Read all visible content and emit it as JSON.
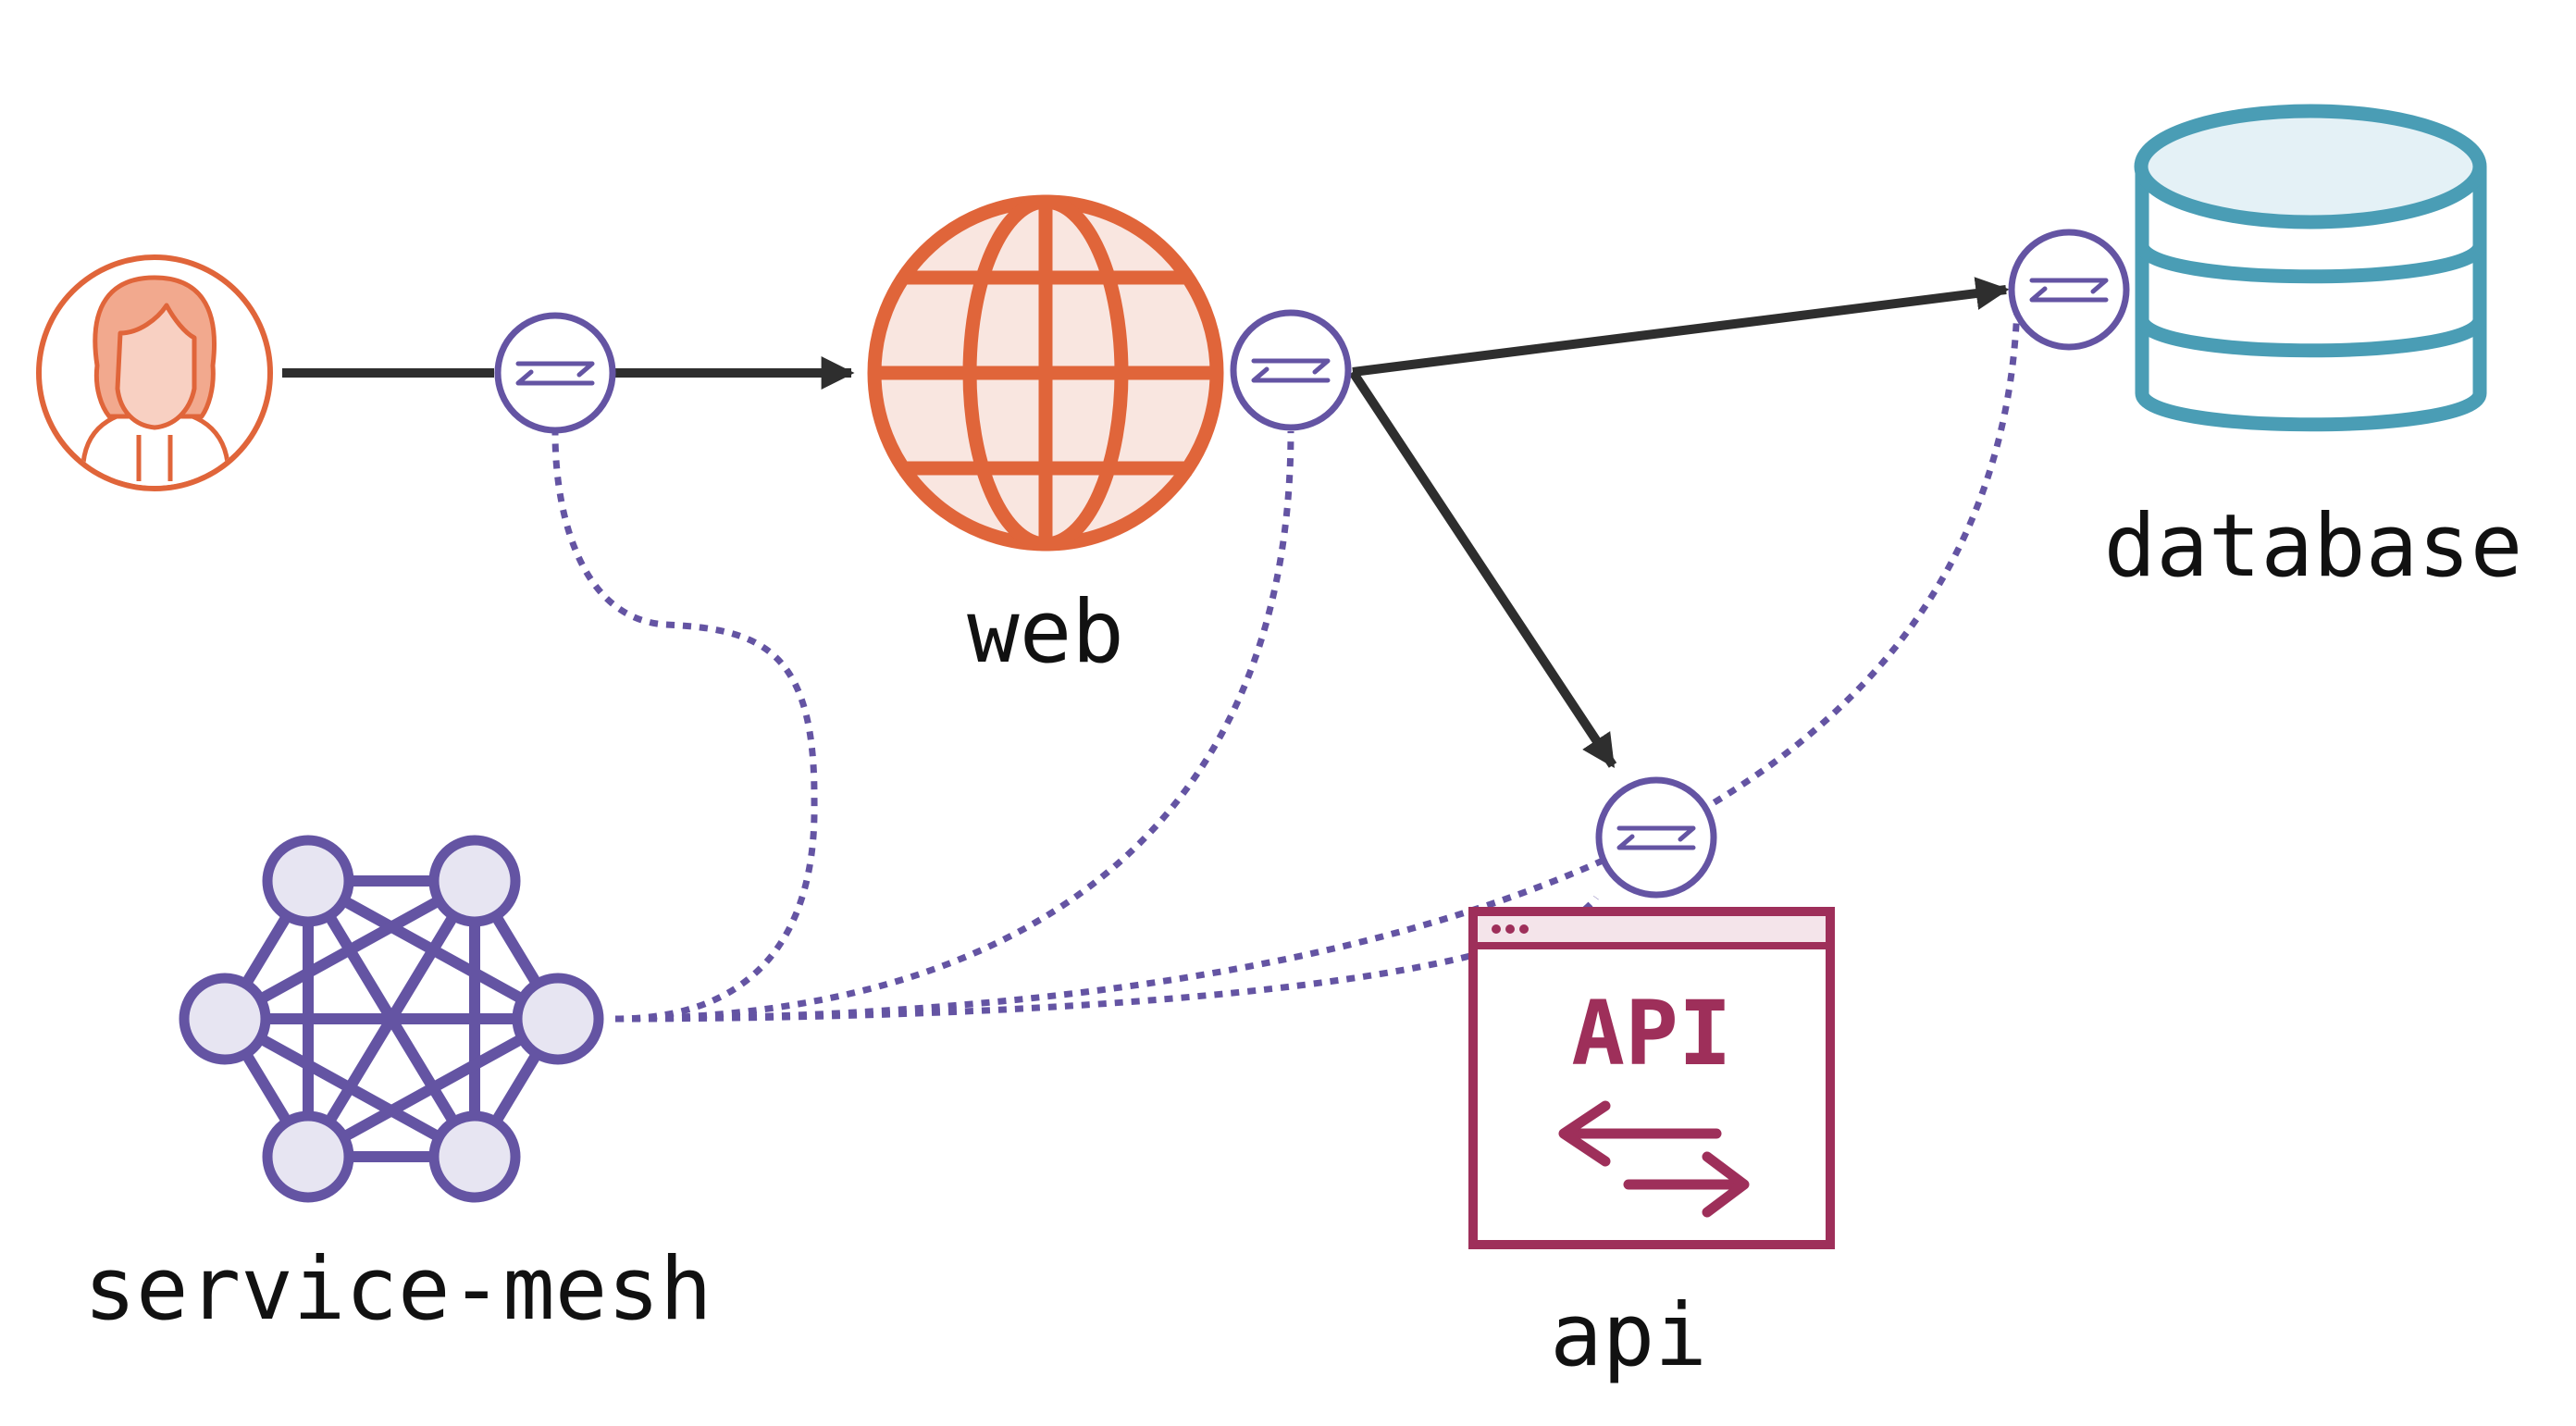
{
  "diagram": {
    "nodes": {
      "user": {
        "label": ""
      },
      "web": {
        "label": "web"
      },
      "database": {
        "label": "database"
      },
      "api": {
        "label": "api",
        "icon_text": "API"
      },
      "service_mesh": {
        "label": "service-mesh"
      }
    },
    "icons": {
      "user": "person-icon",
      "web": "globe-icon",
      "database": "database-icon",
      "api": "api-window-icon",
      "service_mesh": "mesh-network-icon",
      "proxy": "proxy-arrows-icon"
    },
    "edges": [
      {
        "from": "user",
        "to": "web",
        "style": "solid"
      },
      {
        "from": "web",
        "to": "database",
        "style": "solid"
      },
      {
        "from": "web",
        "to": "api",
        "style": "solid"
      },
      {
        "from": "service_mesh",
        "to": "user-proxy",
        "style": "dotted"
      },
      {
        "from": "service_mesh",
        "to": "web-proxy",
        "style": "dotted"
      },
      {
        "from": "service_mesh",
        "to": "database-proxy",
        "style": "dotted"
      },
      {
        "from": "service_mesh",
        "to": "api-proxy",
        "style": "dotted"
      }
    ],
    "colors": {
      "user": "#E0653A",
      "web": "#E0653A",
      "web_fill": "#F9E6E0",
      "database": "#4A9DB5",
      "database_fill": "#E4F1F6",
      "api": "#9E2F5A",
      "api_fill": "#F4E4EA",
      "mesh": "#6454A3",
      "mesh_fill": "#E7E5F2",
      "edge": "#2E2E2E",
      "dotted": "#6454A3"
    }
  }
}
